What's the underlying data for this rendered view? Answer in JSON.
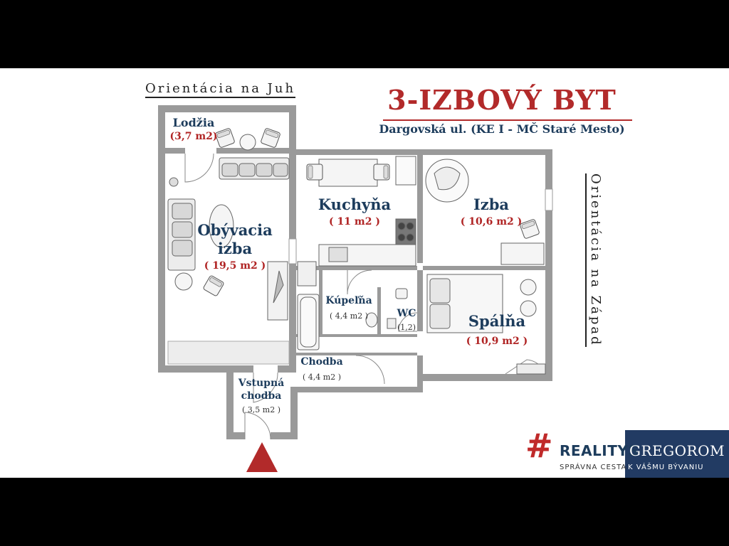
{
  "orientation_south": "Orientácia na Juh",
  "orientation_west": "Orientácia na Západ",
  "title": "3-IZBOVÝ BYT",
  "address": "Dargovská ul. (KE I - MČ Staré Mesto)",
  "rooms": {
    "loggia": {
      "name": "Lodžia",
      "area": "(3,7 m2)"
    },
    "living": {
      "name_line1": "Obývacia",
      "name_line2": "izba",
      "area": "( 19,5 m2 )"
    },
    "kitchen": {
      "name": "Kuchyňa",
      "area": "( 11 m2 )"
    },
    "room": {
      "name": "Izba",
      "area": "( 10,6 m2 )"
    },
    "bathroom": {
      "name": "Kúpeľňa",
      "area": "( 4,4 m2 )"
    },
    "wc": {
      "name": "WC",
      "area": "(1,2)"
    },
    "bedroom": {
      "name": "Spálňa",
      "area": "( 10,9 m2 )"
    },
    "hall": {
      "name": "Chodba",
      "area": "( 4,4 m2 )"
    },
    "entry": {
      "name_line1": "Vstupná",
      "name_line2": "chodba",
      "area": "( 3,5 m2 )"
    }
  },
  "logo": {
    "hash": "#",
    "brand_left": "REALITYS",
    "brand_right": "GREGOROM",
    "tagline_left": "SPRÁVNA CESTA ",
    "tagline_right": "K VÁŠMU BÝVANIU"
  },
  "colors": {
    "title_red": "#b22a2a",
    "navy": "#1d3c5c",
    "wall_gray": "#9a9a9a",
    "logo_box": "#223b63"
  }
}
